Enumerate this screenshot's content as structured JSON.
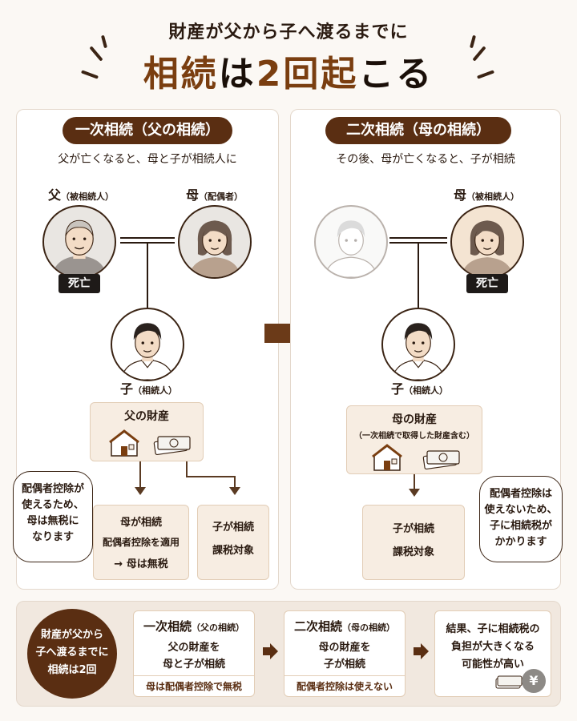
{
  "header": {
    "subtitle": "財産が父から子へ渡るまでに",
    "title_part1": "相続",
    "title_part2": "は",
    "title_part3": "2",
    "title_part4": "回",
    "title_part5": "起",
    "title_part6": "こる"
  },
  "left": {
    "pill": "一次相続（父の相続）",
    "lead": "父が亡くなると、母と子が相続人に",
    "father_name": "父",
    "father_role": "（被相続人）",
    "mother_name": "母",
    "mother_role": "（配偶者）",
    "dead_tag": "死亡",
    "child_name": "子",
    "child_role": "（相続人）",
    "estate_title": "父の財産",
    "bubble": [
      "配偶者控除が",
      "使えるため、",
      "母は無税に",
      "なります"
    ],
    "box_mother": [
      "母が相続",
      "配偶者控除を適用",
      "→ 母は無税"
    ],
    "box_child": [
      "子が相続",
      "課税対象"
    ]
  },
  "right": {
    "pill": "二次相続（母の相続）",
    "lead": "その後、母が亡くなると、子が相続",
    "mother_name": "母",
    "mother_role": "（被相続人）",
    "dead_tag": "死亡",
    "child_name": "子",
    "child_role": "（相続人）",
    "estate_title": "母の財産",
    "estate_sub": "（一次相続で取得した財産含む）",
    "box_child": [
      "子が相続",
      "課税対象"
    ],
    "bubble": [
      "配偶者控除は",
      "使えないため、",
      "子に相続税が",
      "かかります"
    ]
  },
  "summary": {
    "circle": [
      "財産が父から",
      "子へ渡るまでに",
      "相続は2回"
    ],
    "card1_title": "一次相続",
    "card1_sub": "（父の相続）",
    "card1_body": [
      "父の財産を",
      "母と子が相続"
    ],
    "card1_foot": "母は配偶者控除で無税",
    "card2_title": "二次相続",
    "card2_sub": "（母の相続）",
    "card2_body": [
      "母の財産を",
      "子が相続"
    ],
    "card2_foot": "配偶者控除は使えない",
    "card3_body": [
      "結果、子に相続税の",
      "負担が大きくなる",
      "可能性が高い"
    ],
    "yen": "¥"
  },
  "colors": {
    "brown": "#5a2e12",
    "accent": "#7a3e10",
    "red": "#c0392b",
    "panel_bg": "#ffffff",
    "page_bg": "#fbf8f4"
  },
  "icons": [
    "house-icon",
    "money-icon",
    "yen-coin-icon",
    "elderly-man-portrait",
    "woman-portrait",
    "young-man-portrait"
  ]
}
